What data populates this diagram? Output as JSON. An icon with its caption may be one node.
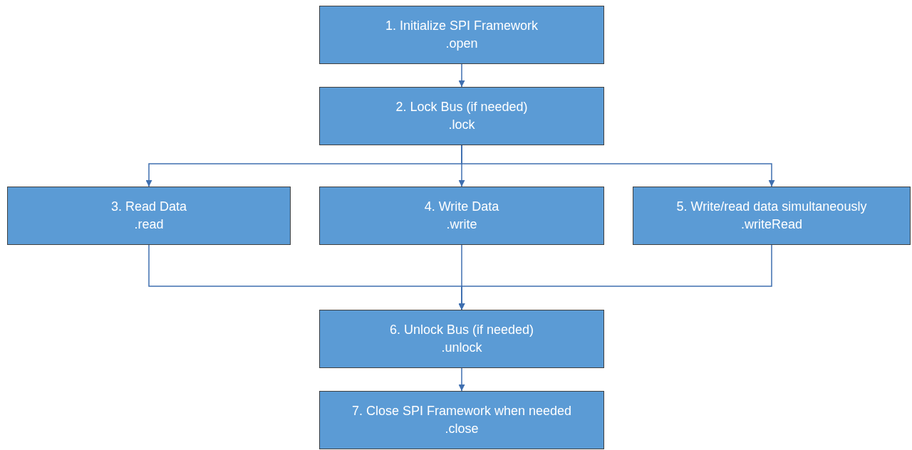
{
  "diagram": {
    "nodes": [
      {
        "text": [
          "1. Initialize SPI Framework",
          ".open"
        ]
      },
      {
        "text": [
          "2. Lock Bus (if needed)",
          ".lock"
        ]
      },
      {
        "text": [
          "3. Read Data",
          ".read"
        ]
      },
      {
        "text": [
          "4. Write Data",
          ".write"
        ]
      },
      {
        "text": [
          "5. Write/read data simultaneously",
          ".writeRead"
        ]
      },
      {
        "text": [
          "6. Unlock Bus (if needed)",
          ".unlock"
        ]
      },
      {
        "text": [
          "7. Close SPI Framework when needed",
          ".close"
        ]
      }
    ],
    "edges": [
      {
        "from": 0,
        "to": 1,
        "arrow": "to"
      },
      {
        "from": 1,
        "to": 2,
        "arrow": "to"
      },
      {
        "from": 1,
        "to": 3,
        "arrow": "to"
      },
      {
        "from": 1,
        "to": 4,
        "arrow": "to"
      },
      {
        "from": 2,
        "to": 5,
        "arrow": "to"
      },
      {
        "from": 3,
        "to": 5,
        "arrow": "to"
      },
      {
        "from": 4,
        "to": 5,
        "arrow": "to"
      },
      {
        "from": 5,
        "to": 6,
        "arrow": "to"
      }
    ]
  }
}
